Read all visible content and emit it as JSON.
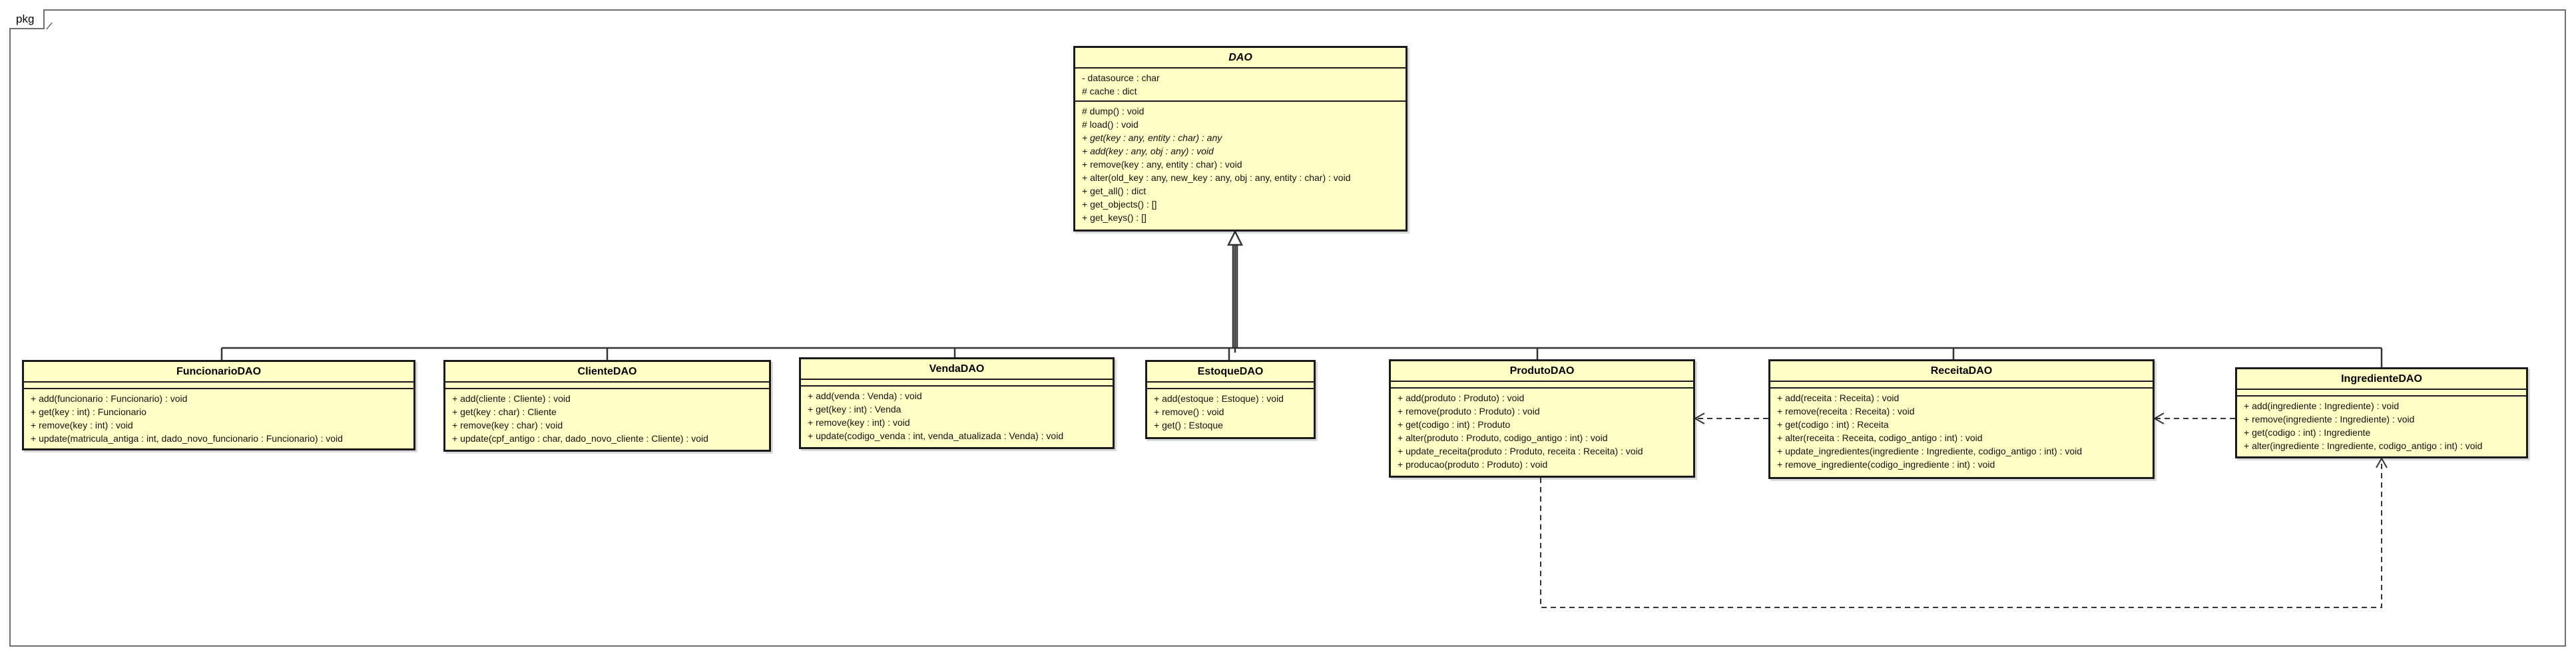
{
  "package": {
    "label": "pkg"
  },
  "classes": {
    "dao": {
      "name": "DAO",
      "attributes": [
        "- datasource : char",
        "# cache : dict"
      ],
      "methods": [
        {
          "text": "# dump() : void"
        },
        {
          "text": "# load() : void"
        },
        {
          "text": "+ get(key : any, entity : char) : any",
          "abstract": true
        },
        {
          "text": "+ add(key : any, obj : any) : void",
          "abstract": true
        },
        {
          "text": "+ remove(key : any, entity : char) : void"
        },
        {
          "text": "+ alter(old_key : any, new_key : any, obj : any, entity : char) : void"
        },
        {
          "text": "+ get_all() : dict"
        },
        {
          "text": "+ get_objects() : []"
        },
        {
          "text": "+ get_keys() : []"
        }
      ]
    },
    "funcionario": {
      "name": "FuncionarioDAO",
      "methods": [
        "+ add(funcionario : Funcionario) : void",
        "+ get(key : int) : Funcionario",
        "+ remove(key : int) : void",
        "+ update(matricula_antiga : int, dado_novo_funcionario : Funcionario) : void"
      ]
    },
    "cliente": {
      "name": "ClienteDAO",
      "methods": [
        "+ add(cliente : Cliente) : void",
        "+ get(key : char) : Cliente",
        "+ remove(key : char) : void",
        "+ update(cpf_antigo : char, dado_novo_cliente : Cliente) : void"
      ]
    },
    "venda": {
      "name": "VendaDAO",
      "methods": [
        "+ add(venda : Venda) : void",
        "+ get(key : int) : Venda",
        "+ remove(key : int) : void",
        "+ update(codigo_venda : int, venda_atualizada : Venda) : void"
      ]
    },
    "estoque": {
      "name": "EstoqueDAO",
      "methods": [
        "+ add(estoque : Estoque) : void",
        "+ remove() : void",
        "+ get() : Estoque"
      ]
    },
    "produto": {
      "name": "ProdutoDAO",
      "methods": [
        "+ add(produto : Produto) : void",
        "+ remove(produto : Produto) : void",
        "+ get(codigo : int) : Produto",
        "+ alter(produto : Produto, codigo_antigo : int) : void",
        "+ update_receita(produto : Produto, receita : Receita) : void",
        "+ producao(produto : Produto) : void"
      ]
    },
    "receita": {
      "name": "ReceitaDAO",
      "methods": [
        "+ add(receita : Receita) : void",
        "+ remove(receita : Receita) : void",
        "+ get(codigo : int) : Receita",
        "+ alter(receita : Receita, codigo_antigo : int) : void",
        "+ update_ingredientes(ingrediente : Ingrediente, codigo_antigo : int) : void",
        "+ remove_ingrediente(codigo_ingrediente : int) : void"
      ]
    },
    "ingrediente": {
      "name": "IngredienteDAO",
      "methods": [
        "+ add(ingrediente : Ingrediente) : void",
        "+ remove(ingrediente : Ingrediente) : void",
        "+ get(codigo : int) : Ingrediente",
        "+ alter(ingrediente : Ingrediente, codigo_antigo : int) : void"
      ]
    }
  },
  "relationships": [
    {
      "type": "generalization",
      "from": "FuncionarioDAO",
      "to": "DAO"
    },
    {
      "type": "generalization",
      "from": "ClienteDAO",
      "to": "DAO"
    },
    {
      "type": "generalization",
      "from": "VendaDAO",
      "to": "DAO"
    },
    {
      "type": "generalization",
      "from": "EstoqueDAO",
      "to": "DAO"
    },
    {
      "type": "generalization",
      "from": "ProdutoDAO",
      "to": "DAO"
    },
    {
      "type": "generalization",
      "from": "ReceitaDAO",
      "to": "DAO"
    },
    {
      "type": "generalization",
      "from": "IngredienteDAO",
      "to": "DAO"
    },
    {
      "type": "dependency",
      "from": "ReceitaDAO",
      "to": "ProdutoDAO"
    },
    {
      "type": "dependency",
      "from": "IngredienteDAO",
      "to": "ReceitaDAO"
    },
    {
      "type": "dependency",
      "from": "ProdutoDAO",
      "to": "IngredienteDAO"
    }
  ],
  "colors": {
    "class_fill": "#ffffc6",
    "border": "#1a1a1a",
    "frame": "#6f6f6f"
  }
}
